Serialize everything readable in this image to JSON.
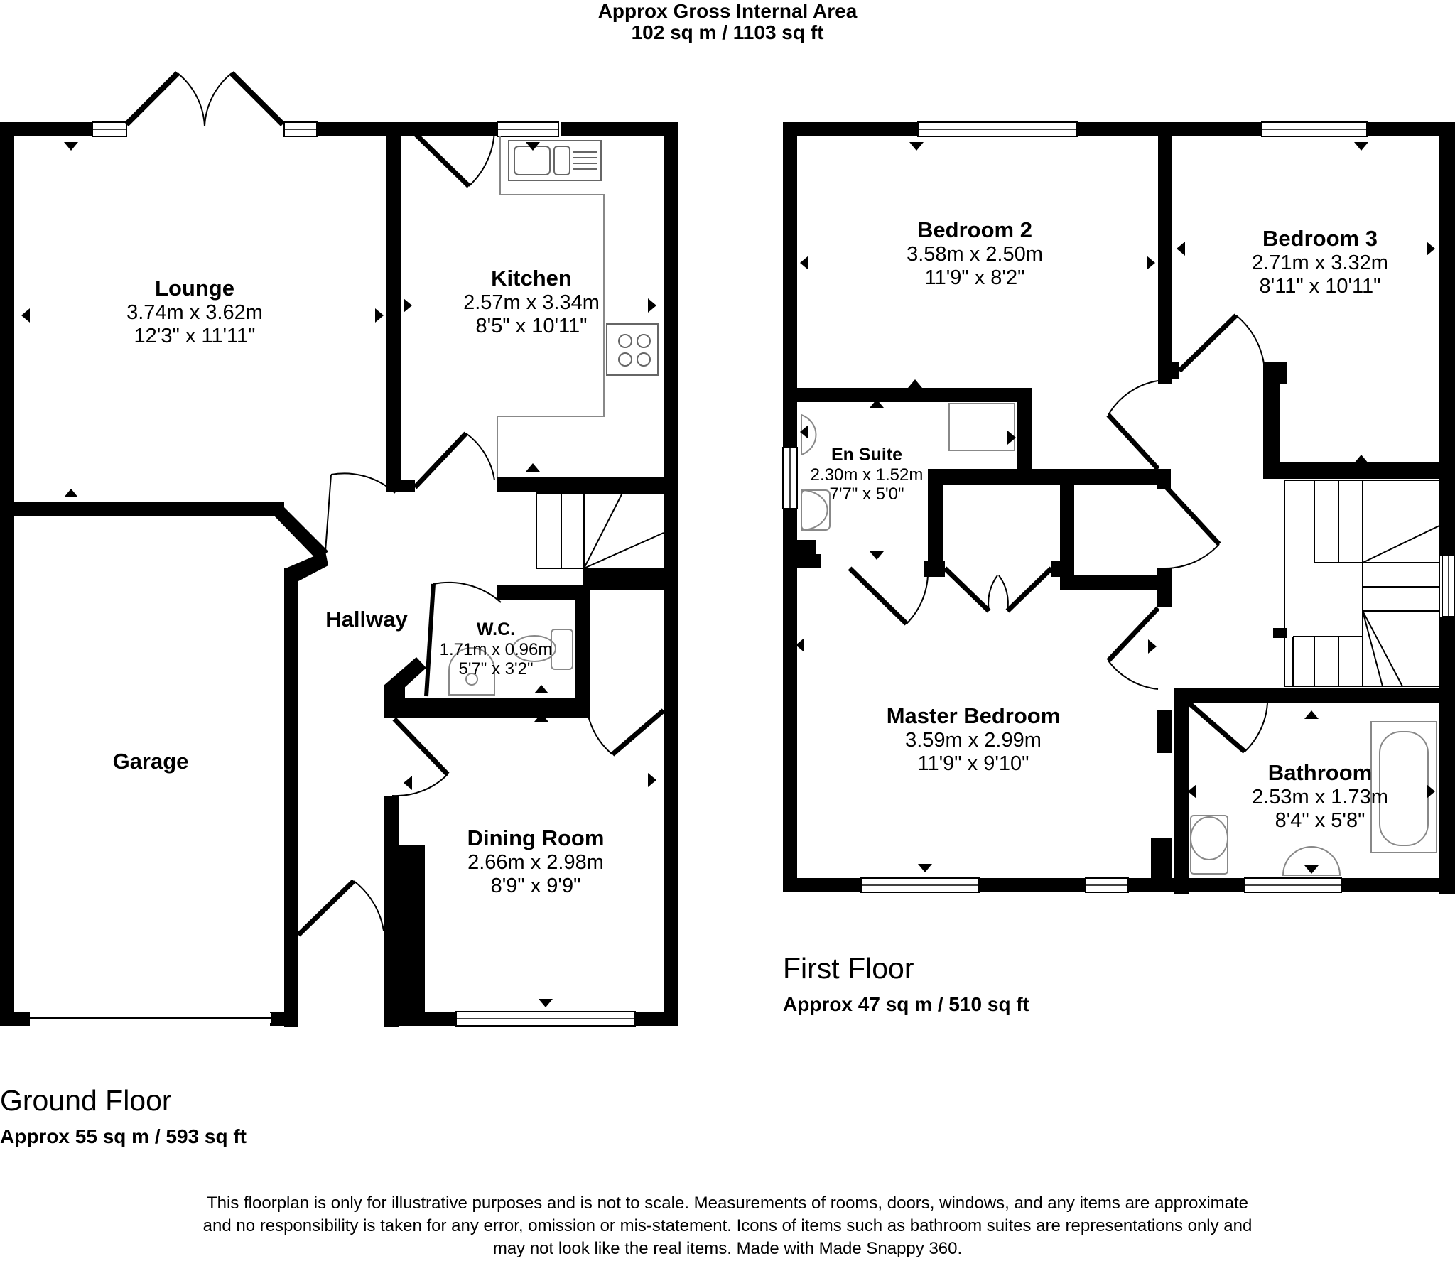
{
  "header": {
    "line1": "Approx Gross Internal Area",
    "line2": "102 sq m / 1103 sq ft"
  },
  "ground_floor": {
    "name": "Ground Floor",
    "area": "Approx 55 sq m / 593 sq ft",
    "rooms": {
      "lounge": {
        "name": "Lounge",
        "metric": "3.74m x 3.62m",
        "imperial": "12'3\" x 11'11\""
      },
      "kitchen": {
        "name": "Kitchen",
        "metric": "2.57m x 3.34m",
        "imperial": "8'5\" x 10'11\""
      },
      "hallway": {
        "name": "Hallway"
      },
      "wc": {
        "name": "W.C.",
        "metric": "1.71m x 0.96m",
        "imperial": "5'7\" x 3'2\""
      },
      "garage": {
        "name": "Garage"
      },
      "dining": {
        "name": "Dining Room",
        "metric": "2.66m x 2.98m",
        "imperial": "8'9\" x 9'9\""
      }
    }
  },
  "first_floor": {
    "name": "First Floor",
    "area": "Approx 47 sq m / 510 sq ft",
    "rooms": {
      "bedroom2": {
        "name": "Bedroom 2",
        "metric": "3.58m x 2.50m",
        "imperial": "11'9\" x 8'2\""
      },
      "bedroom3": {
        "name": "Bedroom 3",
        "metric": "2.71m x 3.32m",
        "imperial": "8'11\" x 10'11\""
      },
      "ensuite": {
        "name": "En Suite",
        "metric": "2.30m x 1.52m",
        "imperial": "7'7\" x 5'0\""
      },
      "master": {
        "name": "Master Bedroom",
        "metric": "3.59m x 2.99m",
        "imperial": "11'9\" x 9'10\""
      },
      "bathroom": {
        "name": "Bathroom",
        "metric": "2.53m x 1.73m",
        "imperial": "8'4\" x 5'8\""
      }
    }
  },
  "disclaimer": {
    "line1": "This floorplan is only for illustrative purposes and is not to scale. Measurements of rooms, doors, windows, and any items are approximate",
    "line2": "and no responsibility is taken for any error, omission or mis-statement. Icons of items such as bathroom suites are representations only and",
    "line3": "may not look like the real items. Made with Made Snappy 360."
  }
}
